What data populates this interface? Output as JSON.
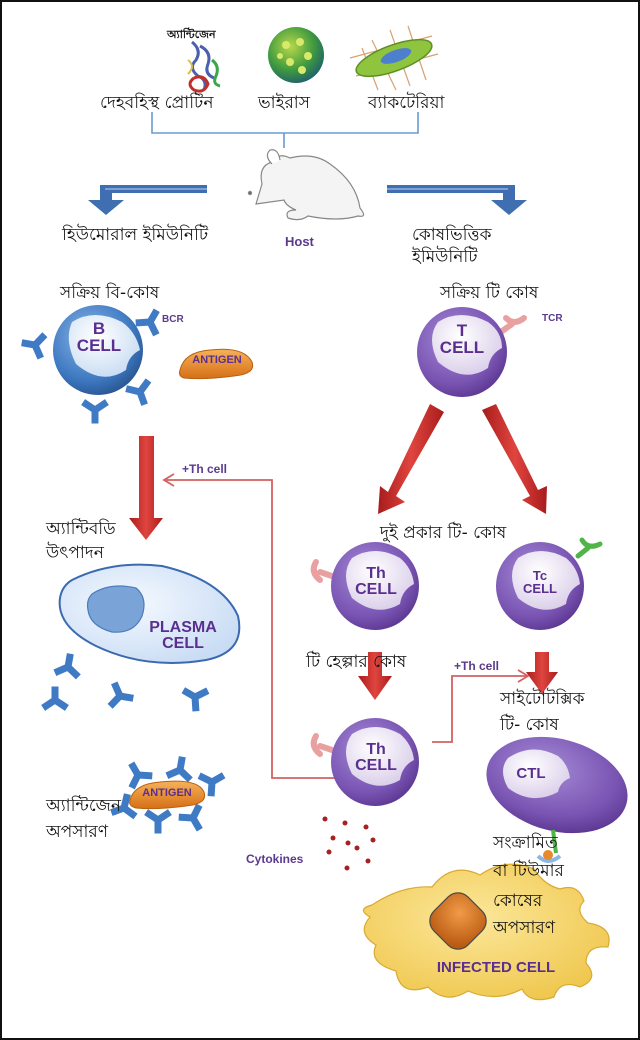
{
  "sources": {
    "antigen_label": "অ্যান্টিজেন",
    "items": [
      "দেহবহিস্থ প্রোটিন",
      "ভাইরাস",
      "ব্যাকটেরিয়া"
    ]
  },
  "host": {
    "label": "Host",
    "icon": "mouse-icon"
  },
  "branches": {
    "humoral": "হিউমোরাল ইমিউনিটি",
    "cellular_line1": "কোষভিত্তিক",
    "cellular_line2": "ইমিউনিটি"
  },
  "humoral": {
    "active_b_cell": "সক্রিয় বি-কোষ",
    "b_cell_line1": "B",
    "b_cell_line2": "CELL",
    "bcr": "BCR",
    "antigen": "ANTIGEN",
    "antibody_line1": "অ্যান্টিবডি",
    "antibody_line2": "উৎপাদন",
    "plasma_line1": "PLASMA",
    "plasma_line2": "CELL",
    "clearance_line1": "অ্যান্টিজেন",
    "clearance_line2": "অপসারণ",
    "complex_antigen": "ANTIGEN"
  },
  "cellular": {
    "active_t_cell": "সক্রিয় টি কোষ",
    "t_cell_line1": "T",
    "t_cell_line2": "CELL",
    "tcr": "TCR",
    "two_types": "দুই প্রকার টি- কোষ",
    "th_line1": "Th",
    "th_line2": "CELL",
    "tc_line1": "Tc",
    "tc_line2": "CELL",
    "helper": "টি হেল্পার কোষ",
    "cytotoxic_line1": "সাইটোটক্সিক",
    "cytotoxic_line2": "টি- কোষ",
    "th2_line1": "Th",
    "th2_line2": "CELL",
    "ctl": "CTL",
    "cytokines": "Cytokines",
    "infected_line1": "সংক্রামিত",
    "infected_line2": "বা টিউমার",
    "infected_line3": "কোষের",
    "infected_line4": "অপসারণ",
    "infected_cell": "INFECTED CELL"
  },
  "feedback": {
    "to_b_cell": "+Th cell",
    "to_ctl": "+Th cell"
  },
  "colors": {
    "blue_arrow": "#3f6fb0",
    "red_arrow": "#c62828",
    "feedback_line": "#d46060",
    "t_cell": "#7d5bb5",
    "b_cell": "#3a78c2",
    "antigen": "#e8892b",
    "infected": "#f5d56a",
    "label_purple": "#5b3a8e"
  }
}
